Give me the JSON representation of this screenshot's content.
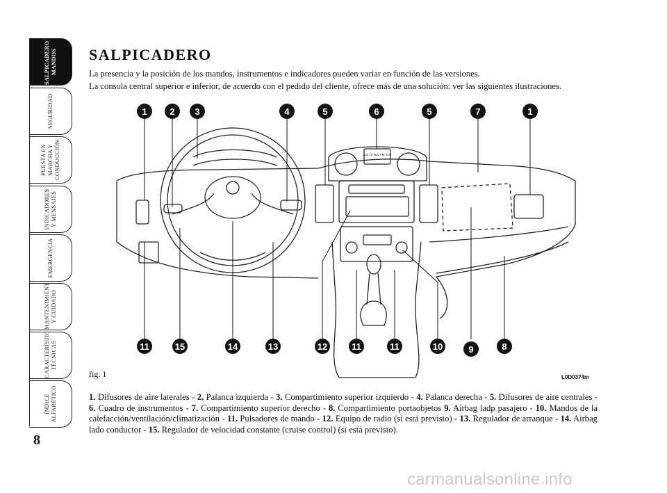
{
  "sidebar": {
    "tabs": [
      {
        "label_line1": "SALPICADERO Y",
        "label_line2": "MANDOS",
        "label_line3": "",
        "active": true
      },
      {
        "label_line1": "SEGURIDAD",
        "label_line2": "",
        "label_line3": "",
        "active": false
      },
      {
        "label_line1": "PUESTA EN",
        "label_line2": "MARCHA Y",
        "label_line3": "CONDUCCIÓN",
        "active": false
      },
      {
        "label_line1": "INDICADORES",
        "label_line2": "Y MENSAJES",
        "label_line3": "",
        "active": false
      },
      {
        "label_line1": "EMERGENCIA",
        "label_line2": "",
        "label_line3": "",
        "active": false
      },
      {
        "label_line1": "MANTENIMIENTO",
        "label_line2": "Y CUIDADO",
        "label_line3": "",
        "active": false
      },
      {
        "label_line1": "CARACTERÍSTICAS",
        "label_line2": "TÉCNICAS",
        "label_line3": "",
        "active": false
      },
      {
        "label_line1": "ÍNDICE",
        "label_line2": "ALFABÉTICO",
        "label_line3": "",
        "active": false
      }
    ]
  },
  "page": {
    "number": "8",
    "title": "SALPICADERO",
    "intro1": "La presencia y la posición de los mandos, instrumentos e indicadores pueden variar en función de las versiones.",
    "intro2": "La consola central superior e inferior, de acuerdo con el pedido del cliente, ofrece más de una solución: ver las siguientes ilustraciones."
  },
  "figure": {
    "label": "fig. 1",
    "code": "L0D0374m",
    "markers_top": [
      "1",
      "2",
      "3",
      "4",
      "5",
      "6",
      "5",
      "7",
      "1"
    ],
    "markers_bottom": [
      "11",
      "15",
      "14",
      "13",
      "12",
      "11",
      "11",
      "10",
      "9",
      "8"
    ],
    "display_text": "Lun 19 Nov  AM 8:00"
  },
  "caption": [
    {
      "num": "1.",
      "text": " Difusores de aire laterales - "
    },
    {
      "num": "2.",
      "text": " Palanca izquierda - "
    },
    {
      "num": "3.",
      "text": " Compartimiento superior izquierdo - "
    },
    {
      "num": "4.",
      "text": " Palanca derecha - "
    },
    {
      "num": "5.",
      "text": " Difusores de aire centrales - "
    },
    {
      "num": "6.",
      "text": " Cuadro de instrumentos - "
    },
    {
      "num": "7.",
      "text": " Compartimiento superior derecho - "
    },
    {
      "num": "8.",
      "text": " Compartimiento portaobjetos "
    },
    {
      "num": "9.",
      "text": " Airbag ladp pasajero - "
    },
    {
      "num": "10.",
      "text": " Mandos de la calefacción/ventilación/climatización - "
    },
    {
      "num": "11.",
      "text": " Pulsadores de mando - "
    },
    {
      "num": "12.",
      "text": " Equipo de radio (si está previsto) - "
    },
    {
      "num": "13.",
      "text": " Regulador de arranque - "
    },
    {
      "num": "14.",
      "text": " Airbag lado conductor - "
    },
    {
      "num": "15.",
      "text": " Regulador de velocidad constante (cruise control) (si está previsto)."
    }
  ],
  "watermark": "carmanualsonline.info"
}
